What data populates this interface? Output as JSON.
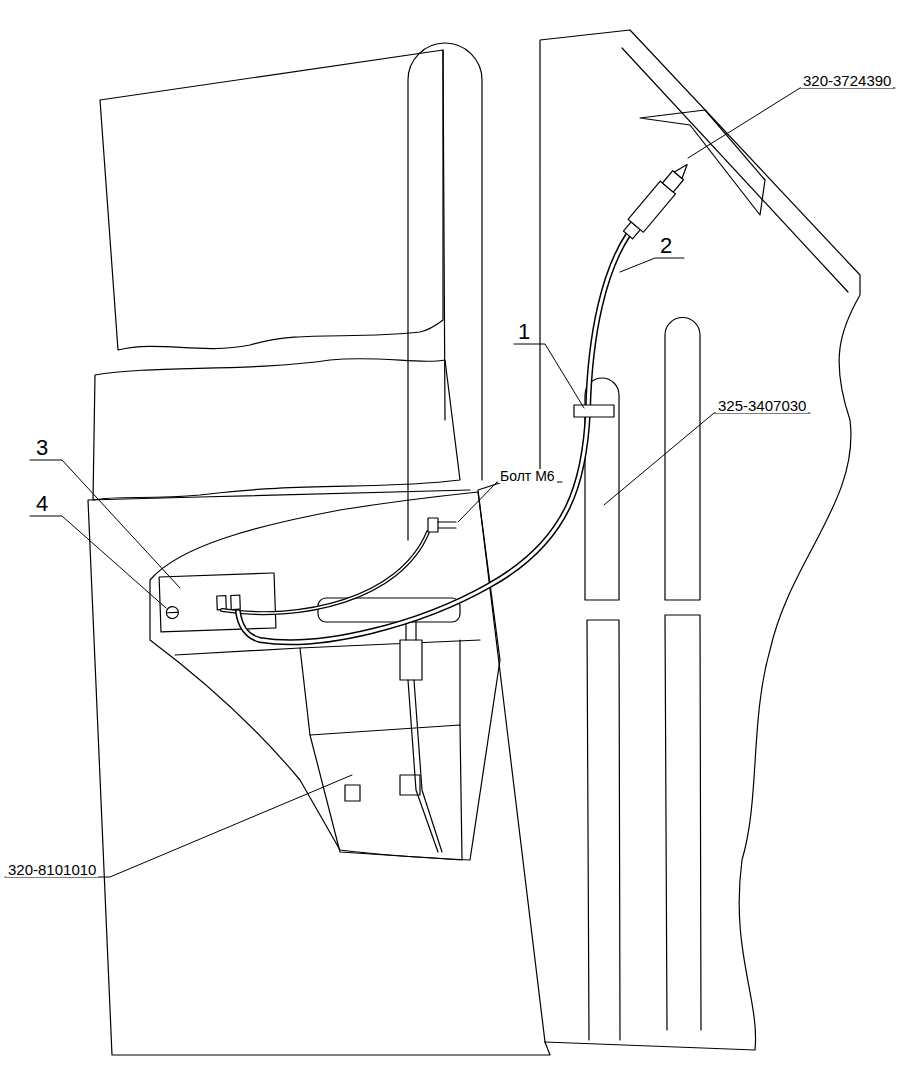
{
  "diagram": {
    "labels": [
      "320-3724390",
      "2",
      "1",
      "325-3407030",
      "Болт М6",
      "3",
      "4",
      "320-8101010"
    ]
  }
}
